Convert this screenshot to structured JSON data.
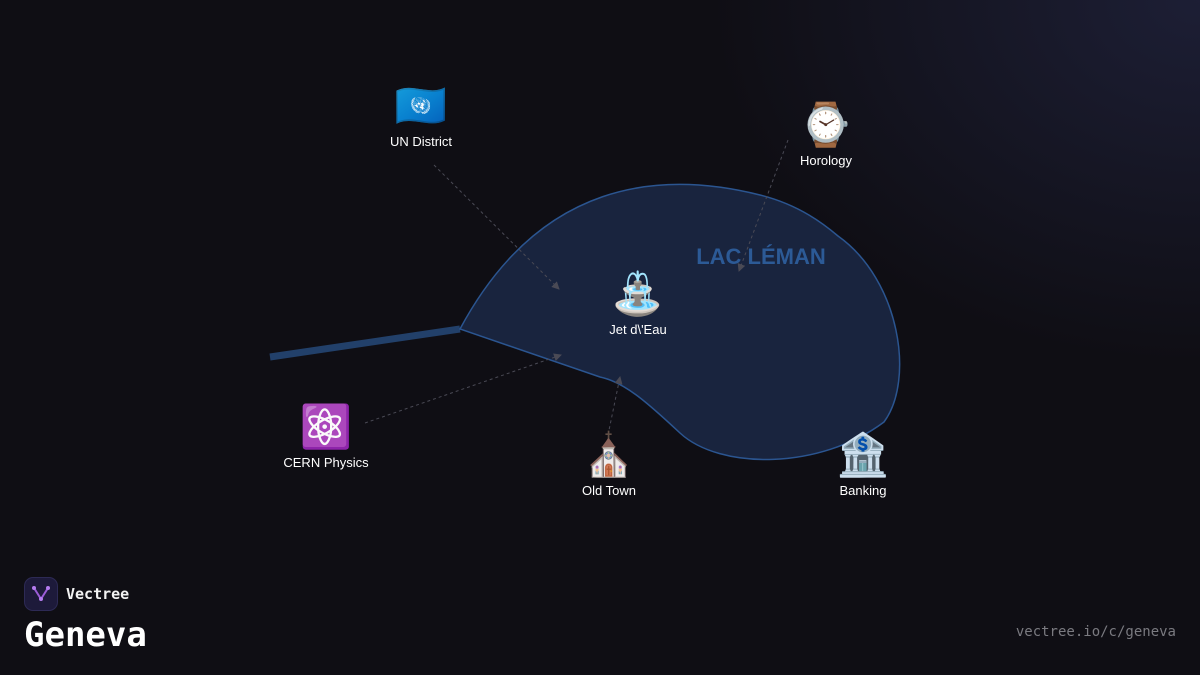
{
  "brand": {
    "name": "Vectree",
    "logo_icon": "vectree-logo-icon"
  },
  "title": "Geneva",
  "url": "vectree.io/c/geneva",
  "lake": {
    "label": "LAC LÉMAN",
    "color": "#2c5a96"
  },
  "center": {
    "label": "Jet d\\'Eau",
    "icon": "fountain"
  },
  "nodes": [
    {
      "id": "un",
      "label": "UN District",
      "icon": "un-flag"
    },
    {
      "id": "horology",
      "label": "Horology",
      "icon": "watch"
    },
    {
      "id": "cern",
      "label": "CERN Physics",
      "icon": "atom-symbol"
    },
    {
      "id": "oldtown",
      "label": "Old Town",
      "icon": "church"
    },
    {
      "id": "banking",
      "label": "Banking",
      "icon": "bank"
    }
  ],
  "colors": {
    "background": "#0f0e14",
    "lake_fill": "#1a2640",
    "lake_stroke": "#2b5590",
    "connector": "#4a4a55",
    "accent": "#9b5cd8"
  }
}
